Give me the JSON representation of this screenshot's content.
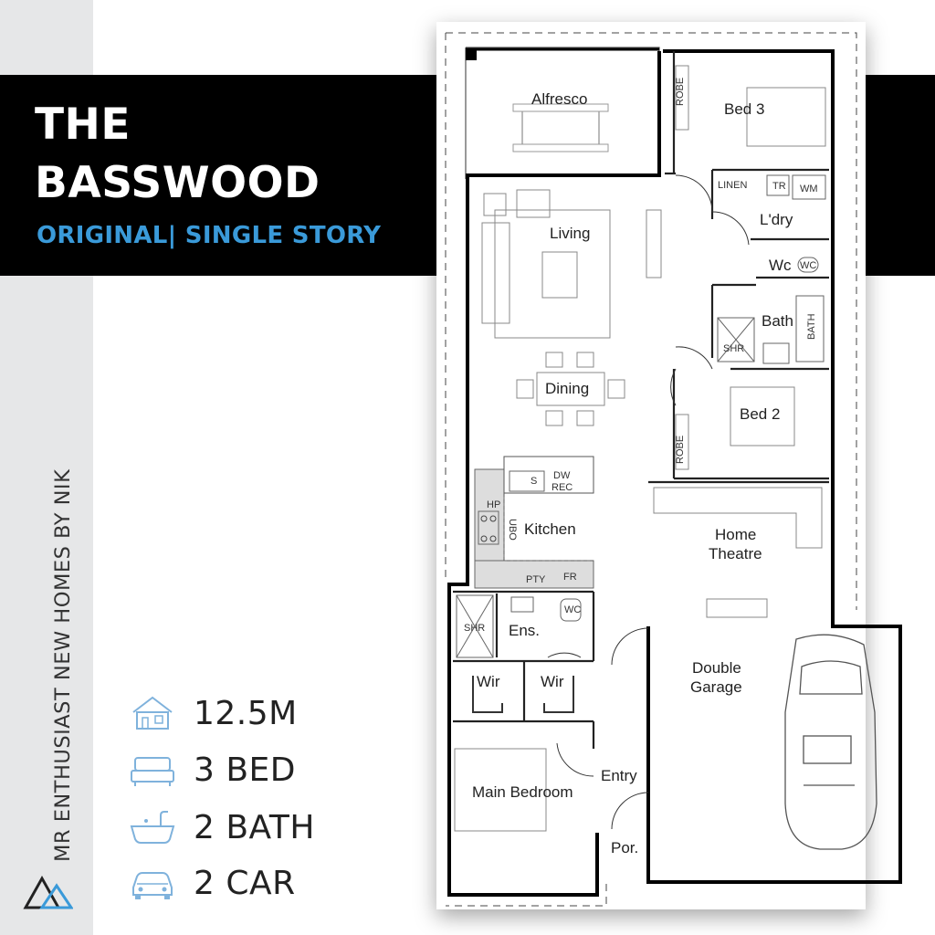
{
  "header": {
    "title_line1": "THE",
    "title_line2": "BASSWOOD",
    "subtitle": "ORIGINAL| SINGLE STORY"
  },
  "side_brand": "MR ENTHUSIAST NEW HOMES BY NIK",
  "stats": [
    {
      "icon": "house-width-icon",
      "value": "12.5M"
    },
    {
      "icon": "bed-icon",
      "value": "3 BED"
    },
    {
      "icon": "bathtub-icon",
      "value": "2 BATH"
    },
    {
      "icon": "car-icon",
      "value": "2 CAR"
    }
  ],
  "rooms": {
    "alfresco": "Alfresco",
    "bed3": "Bed 3",
    "linen": "LINEN",
    "tr": "TR",
    "wm": "WM",
    "laundry": "L'dry",
    "wc": "Wc",
    "wc_fixture": "WC",
    "living": "Living",
    "bath": "Bath",
    "bath_fixture": "BATH",
    "shower": "SHR",
    "dining": "Dining",
    "bed2": "Bed 2",
    "robe": "ROBE",
    "sink": "S",
    "dw": "DW",
    "rec": "REC",
    "hp": "HP",
    "ubo": "UBO",
    "kitchen": "Kitchen",
    "home_theatre_line1": "Home",
    "home_theatre_line2": "Theatre",
    "pantry": "PTY",
    "fridge": "FR",
    "ensuite": "Ens.",
    "wir": "Wir",
    "garage_line1": "Double",
    "garage_line2": "Garage",
    "main_bedroom": "Main Bedroom",
    "entry": "Entry",
    "porch": "Por."
  },
  "colors": {
    "band": "#000000",
    "accent_blue": "#3a9ad9",
    "strip": "#e6e7e8",
    "icon_blue": "#7fb2dc"
  }
}
